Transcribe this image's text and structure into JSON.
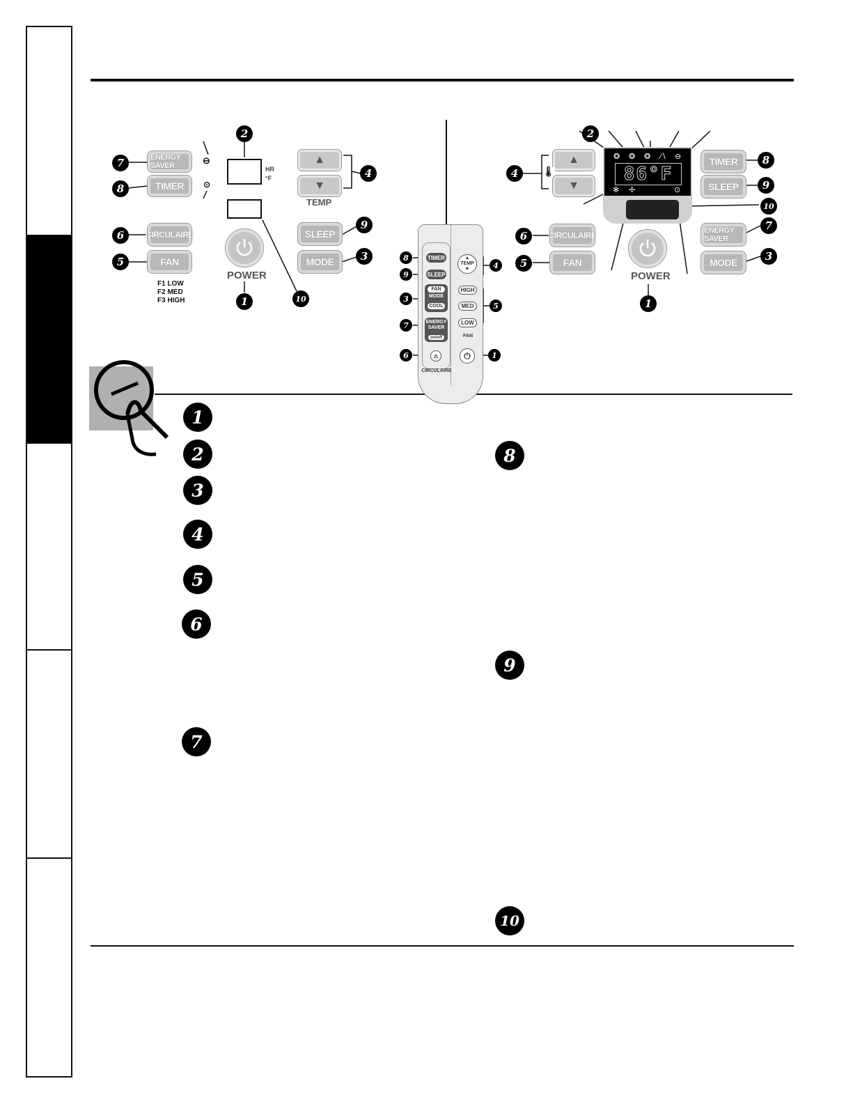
{
  "panel_a": {
    "energy_saver": "ENERGY SAVER",
    "timer": "TIMER",
    "circulaire": "CIRCULAIRE",
    "fan": "FAN",
    "sleep": "SLEEP",
    "mode": "MODE",
    "temp": "TEMP",
    "power": "POWER",
    "hr": "HR",
    "deg_f": "°F",
    "fan_speeds": [
      "F1 LOW",
      "F2 MED",
      "F3 HIGH"
    ]
  },
  "remote": {
    "timer": "TIMER",
    "sleep": "SLEEP",
    "fan": "FAN",
    "mode": "MODE",
    "cool": "COOL",
    "energy": "ENERGY",
    "saver": "SAVER",
    "onoff": "on/off",
    "temp": "TEMP",
    "high": "HIGH",
    "med": "MED",
    "low": "LOW",
    "fan_label": "FAN",
    "circulaire": "CIRCULAIRE"
  },
  "panel_b": {
    "timer": "TIMER",
    "sleep": "SLEEP",
    "circulaire": "CIRCULAIRE",
    "fan": "FAN",
    "energy_saver": "ENERGY SAVER",
    "mode": "MODE",
    "power": "POWER",
    "display": "86°F"
  },
  "callouts": {
    "n1": "1",
    "n2": "2",
    "n3": "3",
    "n4": "4",
    "n5": "5",
    "n6": "6",
    "n7": "7",
    "n8": "8",
    "n9": "9",
    "n10": "10"
  }
}
